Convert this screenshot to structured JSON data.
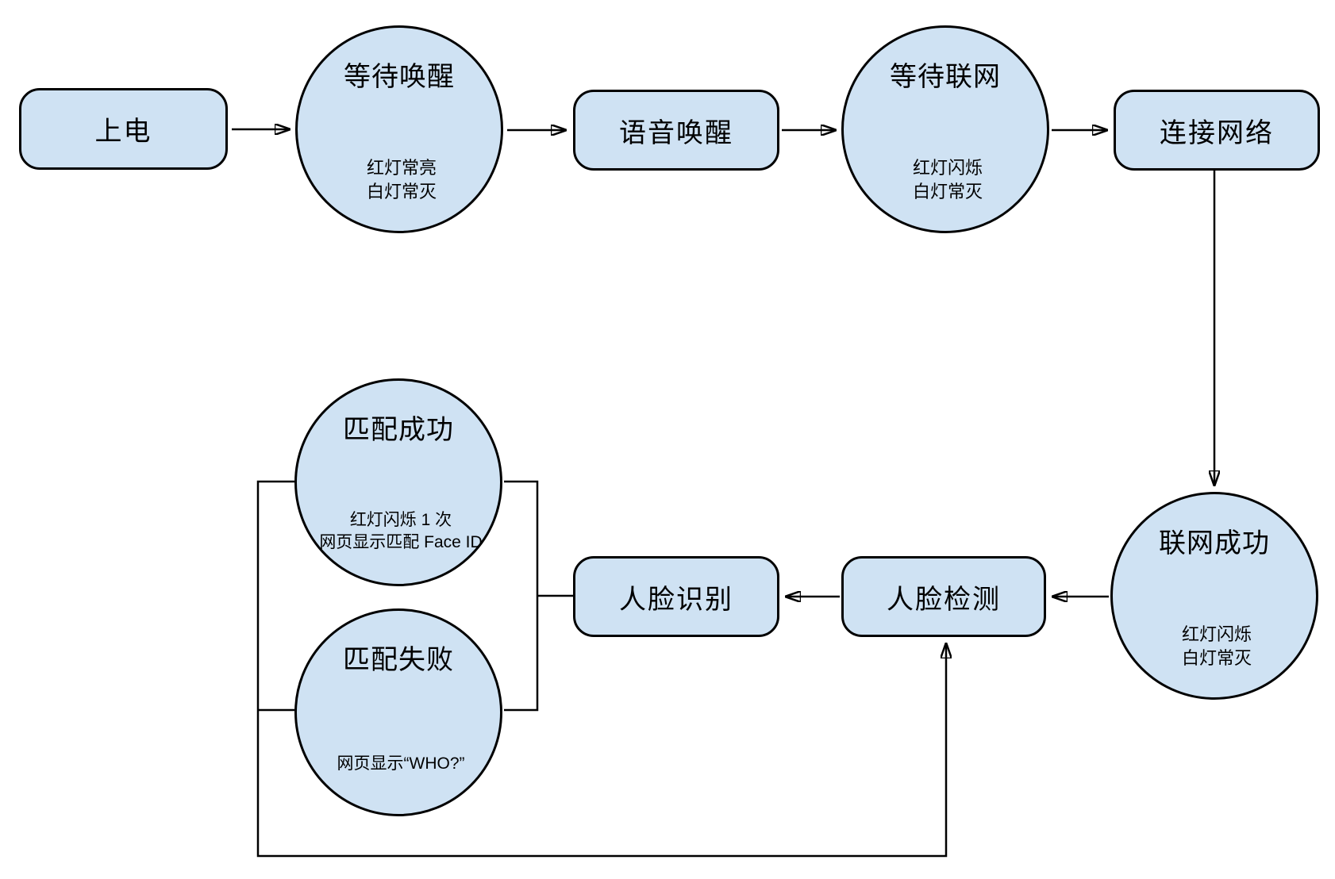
{
  "diagram": {
    "title": "device-boot-and-face-recognition-flow",
    "colors": {
      "node_fill": "#cfe2f3",
      "stroke": "#000000",
      "background": "#ffffff"
    },
    "nodes": {
      "power_on": {
        "shape": "rectangle",
        "label": "上电"
      },
      "wait_wake": {
        "shape": "circle",
        "label": "等待唤醒",
        "sub1": "红灯常亮",
        "sub2": "白灯常灭"
      },
      "voice_wake": {
        "shape": "rectangle",
        "label": "语音唤醒"
      },
      "wait_network": {
        "shape": "circle",
        "label": "等待联网",
        "sub1": "红灯闪烁",
        "sub2": "白灯常灭"
      },
      "connect_network": {
        "shape": "rectangle",
        "label": "连接网络"
      },
      "network_success": {
        "shape": "circle",
        "label": "联网成功",
        "sub1": "红灯闪烁",
        "sub2": "白灯常灭"
      },
      "face_detect": {
        "shape": "rectangle",
        "label": "人脸检测"
      },
      "face_recognize": {
        "shape": "rectangle",
        "label": "人脸识别"
      },
      "match_success": {
        "shape": "circle",
        "label": "匹配成功",
        "sub1": "红灯闪烁 1 次",
        "sub2": "网页显示匹配 Face ID"
      },
      "match_fail": {
        "shape": "circle",
        "label": "匹配失败",
        "sub1": "网页显示“WHO?”"
      }
    },
    "edges": [
      {
        "from": "power_on",
        "to": "wait_wake",
        "arrow": true
      },
      {
        "from": "wait_wake",
        "to": "voice_wake",
        "arrow": true
      },
      {
        "from": "voice_wake",
        "to": "wait_network",
        "arrow": true
      },
      {
        "from": "wait_network",
        "to": "connect_network",
        "arrow": true
      },
      {
        "from": "connect_network",
        "to": "network_success",
        "arrow": true
      },
      {
        "from": "network_success",
        "to": "face_detect",
        "arrow": true
      },
      {
        "from": "face_detect",
        "to": "face_recognize",
        "arrow": true
      },
      {
        "from": "face_recognize",
        "to": "match_success",
        "arrow": false
      },
      {
        "from": "face_recognize",
        "to": "match_fail",
        "arrow": false
      },
      {
        "from": "match_success",
        "to": "face_detect",
        "arrow": true
      },
      {
        "from": "match_fail",
        "to": "face_detect",
        "arrow": true
      }
    ]
  }
}
